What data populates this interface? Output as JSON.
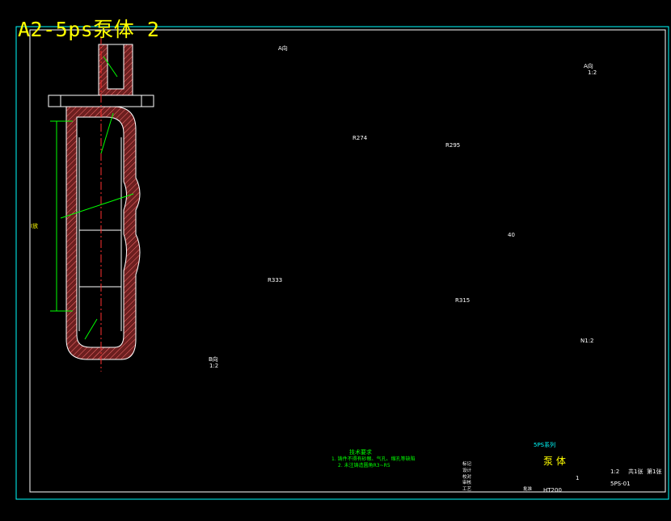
{
  "drawing": {
    "title": "A2-5ps泵体 2",
    "views": {
      "view_a_label": "A向",
      "view_a_scale": "1:2",
      "section_b_label": "B向",
      "section_b_scale": "1:2",
      "detail_n_label": "N1:2",
      "side_section_label": "I放"
    },
    "dimensions": {
      "r274": "R274",
      "r295": "R295",
      "r333": "R333",
      "r315": "R315",
      "r40": "40"
    },
    "tech_notes": {
      "heading": "技术要求",
      "line1": "1. 铸件不得有砂眼、气孔、缩孔等缺陷",
      "line2": "2. 未注铸造圆角R3~R5"
    },
    "title_block": {
      "series": "5PS系列",
      "part_name": "泵 体",
      "drawing_no": "5PS-01",
      "scale": "1:2",
      "sheet": "共1张",
      "sheet_no": "第1张",
      "material": "HT200",
      "quantity": "1",
      "rows": [
        "标记",
        "设计",
        "校对",
        "审核",
        "工艺",
        "批准"
      ]
    }
  },
  "colors": {
    "background": "#000000",
    "body_fill": "#6b1f1f",
    "hatch": "#ff6060",
    "outline": "#ffffff",
    "center": "#ff3030",
    "dimension": "#00ff00",
    "frame": "#00ffff",
    "title": "#ffff00"
  }
}
